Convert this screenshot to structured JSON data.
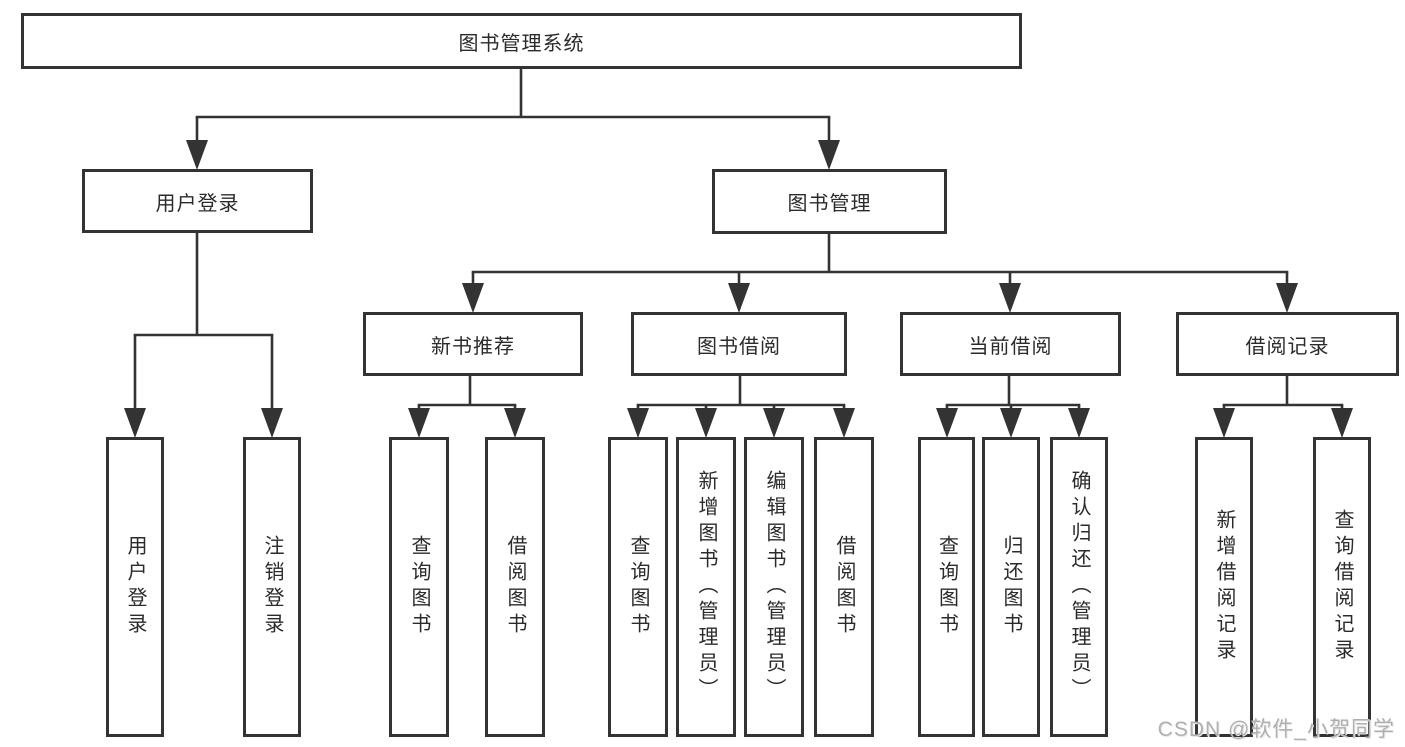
{
  "diagram": {
    "title": "图书管理系统",
    "level2": [
      {
        "label": "用户登录"
      },
      {
        "label": "图书管理"
      }
    ],
    "level3": [
      {
        "label": "新书推荐"
      },
      {
        "label": "图书借阅"
      },
      {
        "label": "当前借阅"
      },
      {
        "label": "借阅记录"
      }
    ],
    "leaves": {
      "user_login": [
        {
          "label": "用户登录"
        },
        {
          "label": "注销登录"
        }
      ],
      "new_book_recommend": [
        {
          "label": "查询图书"
        },
        {
          "label": "借阅图书"
        }
      ],
      "book_borrow": [
        {
          "label": "查询图书"
        },
        {
          "label": "新增图书（管理员）"
        },
        {
          "label": "编辑图书（管理员）"
        },
        {
          "label": "借阅图书"
        }
      ],
      "current_borrow": [
        {
          "label": "查询图书"
        },
        {
          "label": "归还图书"
        },
        {
          "label": "确认归还（管理员）"
        }
      ],
      "borrow_record": [
        {
          "label": "新增借阅记录"
        },
        {
          "label": "查询借阅记录"
        }
      ]
    },
    "watermark": "CSDN @软件_小贺同学",
    "colors": {
      "line": "#333333",
      "text": "#2b2b2b",
      "watermark": "#b0b0b0",
      "background": "#ffffff"
    }
  }
}
